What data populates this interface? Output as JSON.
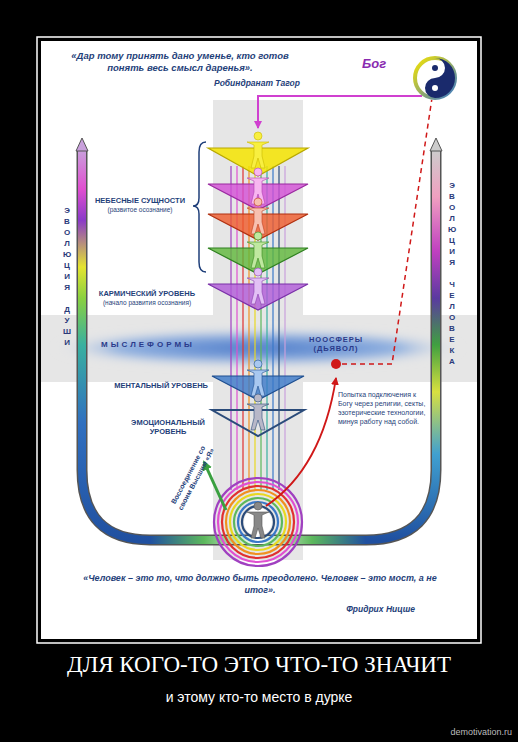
{
  "diagram": {
    "title": "ДЛЯ КОГО-ТО ЭТО ЧТО-ТО ЗНАЧИТ",
    "caption": "и этому кто-то место в дурке",
    "nodes": [
      {
        "text": [
          "Бог"
        ]
      },
      {
        "text": [
          "НООСФЕРЫ (ДЬЯВОЛ)"
        ]
      }
    ],
    "edges": [
      {
        "from": 1,
        "to": 0,
        "arrow": "none"
      }
    ],
    "labels": [
      "«Дар тому принять дано уменье, кто готов понять весь смысл даренья».",
      "Робиндранат Тагор",
      "НЕБЕСНЫЕ СУЩНОСТИ",
      "(развитое осознание)",
      "КАРМИЧЕСКИЙ УРОВЕНЬ",
      "(начало развития осознания)",
      "МЫСЛЕФОРМЫ",
      "МЕНТАЛЬНЫЙ УРОВЕНЬ",
      "ЭМОЦИОНАЛЬНЫЙ УРОВЕНЬ",
      "Попытка подключения к Богу через религии, секты, эзотерические технологии, минуя работу над собой.",
      "Воссоединение со своим Высшим «Я»",
      "ЭВОЛЮЦИЯ ДУШИ",
      "ЭВОЛЮЦИЯ ЧЕЛОВЕКА",
      "«Человек – это то, что должно быть преодолено. Человек – это мост, а не итог».",
      "Фридрих Ницше",
      "demotivation.ru"
    ]
  }
}
